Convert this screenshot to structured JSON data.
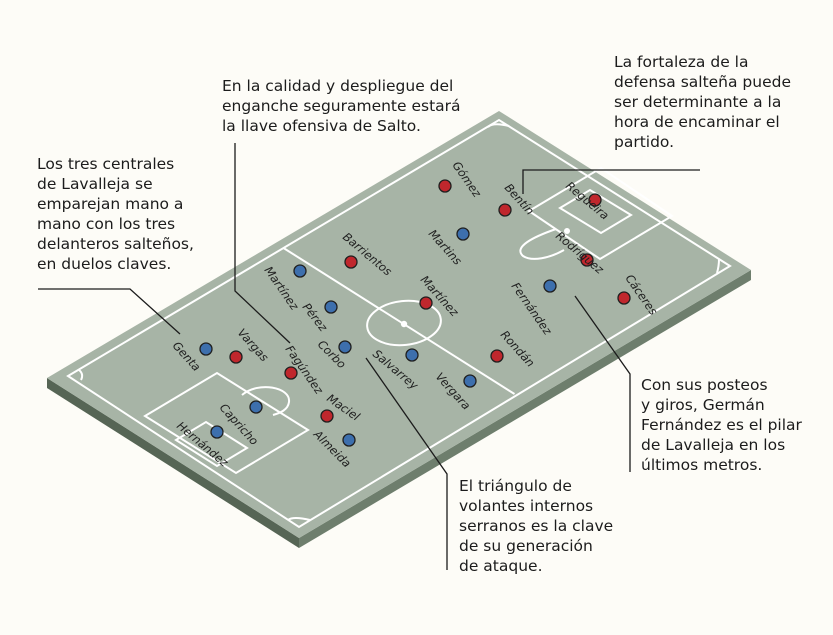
{
  "annotations": {
    "centrales": "Los tres centrales\nde Lavalleja se\nemparejan mano a\nmano con los tres\ndelanteros salteños,\nen duelos claves.",
    "enganche": "En la calidad y despliegue del\nenganche seguramente estará\nla llave ofensiva de Salto.",
    "defensa": "La fortaleza de la\ndefensa salteña puede\nser determinante a la\nhora de encaminar el\npartido.",
    "fernandez": "Con sus posteos\ny giros, Germán\nFernández es el pilar\nde Lavalleja en los\núltimos metros.",
    "triangulo": "El triángulo de\nvolantes internos\nserranos es la clave\nde su generación\nde ataque."
  },
  "players": [
    {
      "name": "Gómez",
      "team": "red"
    },
    {
      "name": "Bentín",
      "team": "red"
    },
    {
      "name": "Regueira",
      "team": "red"
    },
    {
      "name": "Martins",
      "team": "blue"
    },
    {
      "name": "Rodríguez",
      "team": "red"
    },
    {
      "name": "Barrientos",
      "team": "red"
    },
    {
      "name": "Fernández",
      "team": "blue"
    },
    {
      "name": "Cáceres",
      "team": "red"
    },
    {
      "name": "Martínez",
      "team": "blue"
    },
    {
      "name": "Martínez",
      "team": "red"
    },
    {
      "name": "Pérez",
      "team": "blue"
    },
    {
      "name": "Rondán",
      "team": "red"
    },
    {
      "name": "Genta",
      "team": "blue"
    },
    {
      "name": "Vargas",
      "team": "red"
    },
    {
      "name": "Corbo",
      "team": "blue"
    },
    {
      "name": "Fagúndez",
      "team": "red"
    },
    {
      "name": "Salvarrey",
      "team": "blue"
    },
    {
      "name": "Vergara",
      "team": "blue"
    },
    {
      "name": "Capricho",
      "team": "blue"
    },
    {
      "name": "Maciel",
      "team": "red"
    },
    {
      "name": "Hernández",
      "team": "blue"
    },
    {
      "name": "Almeida",
      "team": "blue"
    }
  ],
  "colors": {
    "pitch": "#a7b4a6",
    "pitch_side": "#6e7e6d",
    "pitch_front": "#566555",
    "lines": "#ffffff",
    "red_team": "#c0272d",
    "blue_team": "#3d6fad",
    "dot_outline": "#1f1f1f"
  }
}
